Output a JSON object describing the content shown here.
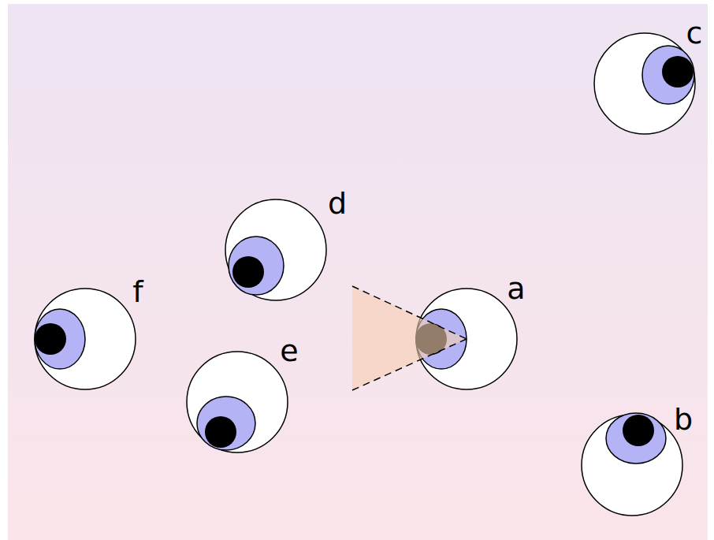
{
  "diagram": {
    "nodes": [
      {
        "text": [
          "c"
        ]
      },
      {
        "text": [
          "d"
        ]
      },
      {
        "text": [
          "f"
        ]
      },
      {
        "text": [
          "a"
        ]
      },
      {
        "text": [
          "e"
        ]
      },
      {
        "text": [
          "b"
        ]
      }
    ]
  }
}
